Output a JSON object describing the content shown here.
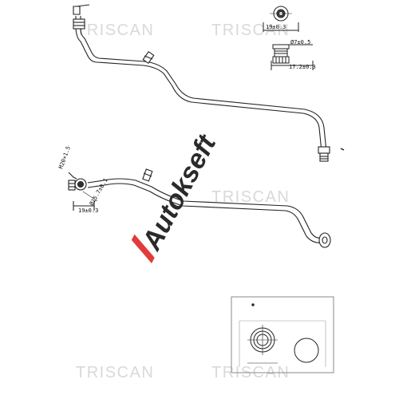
{
  "watermarks": {
    "brand": "TRISCAN"
  },
  "overlay_logo": {
    "text": "Autokseft",
    "colors": {
      "accent": "#e23b3b",
      "text": "#2a2a2a"
    }
  },
  "dimensions": {
    "top_size": "19±0.3",
    "top_dia": "Ø7±0.5",
    "top_length": "17.2±0.3",
    "mid_thread": "M20×1.5",
    "mid_size": "19±0.3",
    "mid_dia": "Ø15.7±0.1"
  },
  "icons": [
    "fitting-icon",
    "pipe-icon"
  ]
}
